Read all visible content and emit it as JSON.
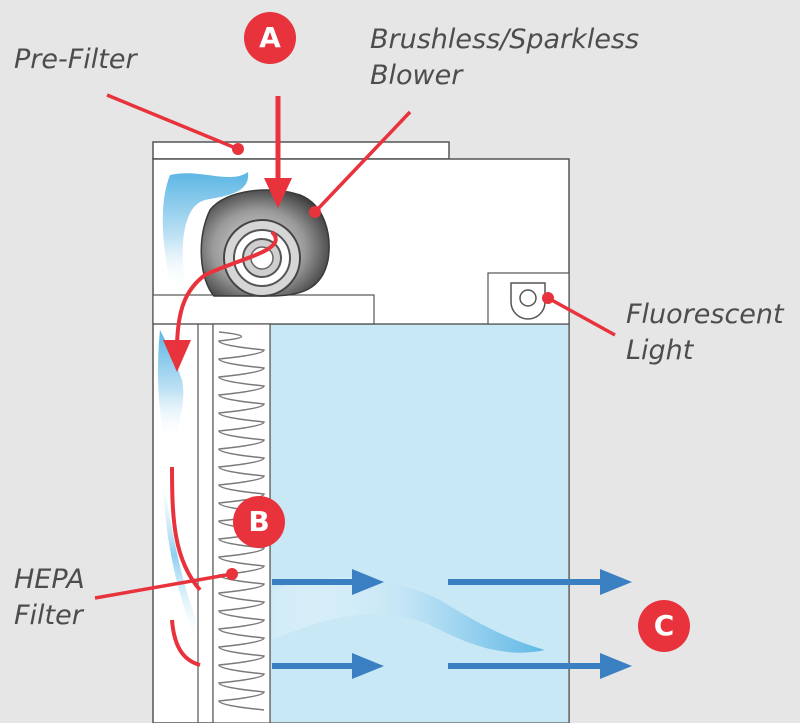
{
  "labels": {
    "pre_filter": "Pre-Filter",
    "blower_line1": "Brushless/Sparkless",
    "blower_line2": "Blower",
    "light_line1": "Fluorescent",
    "light_line2": "Light",
    "hepa_line1": "HEPA",
    "hepa_line2": "Filter"
  },
  "markers": {
    "a": "A",
    "b": "B",
    "c": "C"
  },
  "colors": {
    "background": "#e6e6e6",
    "cabinet": "#ffffff",
    "outline": "#555555",
    "airflow": "#c8e8f6",
    "callout": "#e8333d",
    "arrow_blue": "#3a7fc1",
    "filter": "#7a7a7a",
    "blower_dark": "#4a4a4a",
    "blower_light": "#bdbdbd"
  }
}
